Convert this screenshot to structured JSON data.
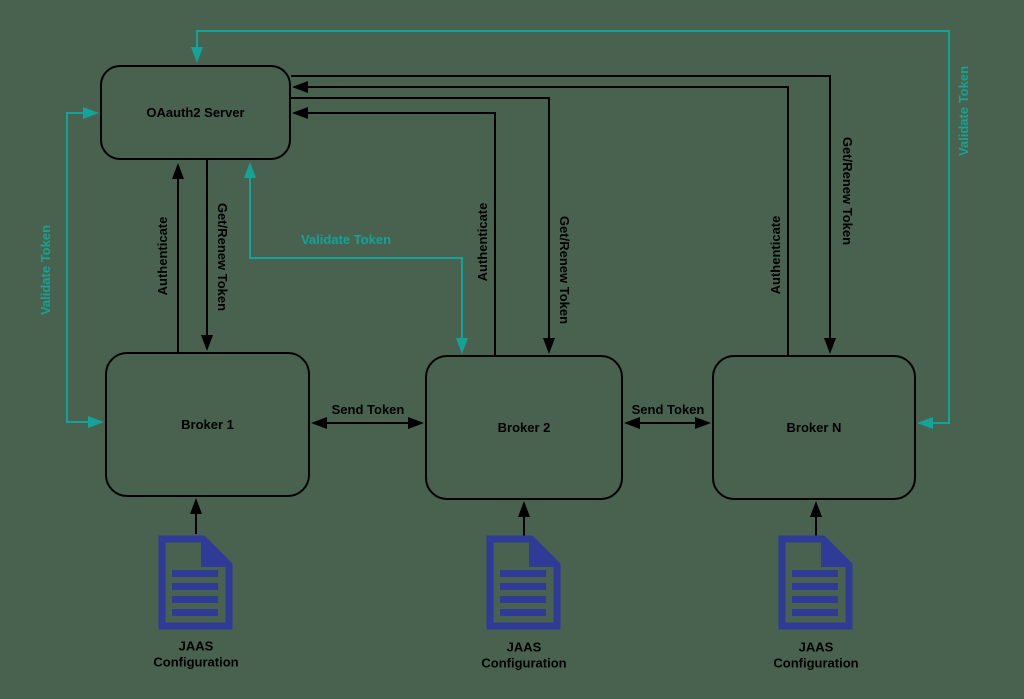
{
  "colors": {
    "bg": "#49624F",
    "line": "#000000",
    "teal": "#14A398",
    "doc": "#2F3B96"
  },
  "nodes": {
    "oauth2_server": "OAauth2 Server",
    "brokers": [
      "Broker 1",
      "Broker 2",
      "Broker N"
    ]
  },
  "edges": {
    "authenticate": "Authenticate",
    "get_renew_token": "Get/Renew Token",
    "validate_token": "Validate Token",
    "send_token": "Send Token"
  },
  "documents": [
    {
      "line1": "JAAS",
      "line2": "Configuration"
    },
    {
      "line1": "JAAS",
      "line2": "Configuration"
    },
    {
      "line1": "JAAS",
      "line2": "Configuration"
    }
  ]
}
